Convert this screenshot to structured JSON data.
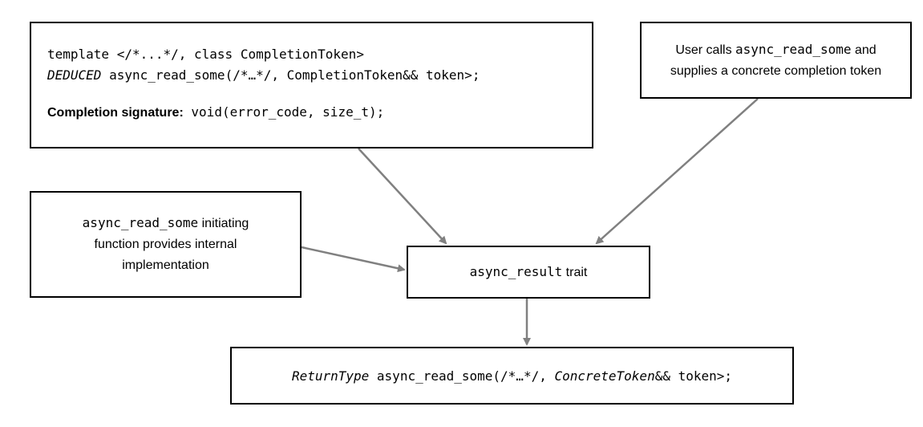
{
  "decl_box": {
    "line1": "template </*...*/, class CompletionToken>",
    "line2_italic": "DEDUCED",
    "line2_rest": " async_read_some(/*…*/, CompletionToken&& token>;",
    "sig_label": "Completion signature:",
    "sig_code": " void(error_code, size_t);"
  },
  "user_box": {
    "line1_prefix": "User calls ",
    "line1_code": "async_read_some",
    "line1_suffix": " and",
    "line2": "supplies a concrete completion token"
  },
  "impl_box": {
    "line1_code": "async_read_some",
    "line1_suffix": " initiating",
    "line2": "function provides internal",
    "line3": "implementation"
  },
  "trait_box": {
    "code": "async_result",
    "suffix": " trait"
  },
  "return_box": {
    "type_italic": "ReturnType",
    "mid": " async_read_some(/*…*/, ",
    "token_italic": "ConcreteToken",
    "tail": "&& token>;"
  },
  "colors": {
    "arrow": "#808080",
    "border": "#000000"
  }
}
